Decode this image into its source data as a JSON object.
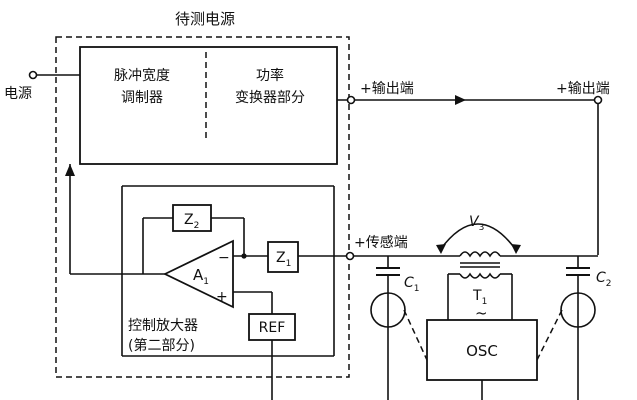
{
  "title": "待测电源",
  "power_source_label": "电源",
  "pwm_block": {
    "line1": "脉冲宽度",
    "line2": "调制器"
  },
  "converter_block": {
    "line1": "功率",
    "line2": "变换器部分"
  },
  "output_terminal_1": "+输出端",
  "output_terminal_2": "+输出端",
  "sense_terminal": "+传感端",
  "z2": {
    "main": "Z",
    "sub": "2"
  },
  "z1": {
    "main": "Z",
    "sub": "1"
  },
  "amplifier": {
    "main": "A",
    "sub": "1",
    "minus": "−",
    "plus": "+"
  },
  "ref_block": "REF",
  "control_amp": {
    "line1": "控制放大器",
    "line2": "(第二部分)"
  },
  "v3": {
    "main": "V",
    "sub": "3"
  },
  "transformer": {
    "main": "T",
    "sub": "1",
    "symbol": "~"
  },
  "osc_block": "OSC",
  "c1": {
    "main": "C",
    "sub": "1"
  },
  "c2": {
    "main": "C",
    "sub": "2"
  }
}
